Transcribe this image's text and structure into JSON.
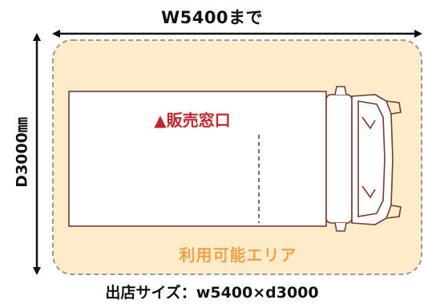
{
  "width_label": "W5400まで",
  "depth_label": "D3000㎜",
  "counter_label": "▲販売窓口",
  "area_label": "利用可能エリア",
  "store_size_label": "出店サイズ：w5400×d3000",
  "colors": {
    "area_fill": "#fdebc9",
    "area_border": "#9a9a9a",
    "area_text": "#f0a24a",
    "counter_text": "#c0282e",
    "truck_outline": "#7a3b2e",
    "arrow": "#111111"
  }
}
